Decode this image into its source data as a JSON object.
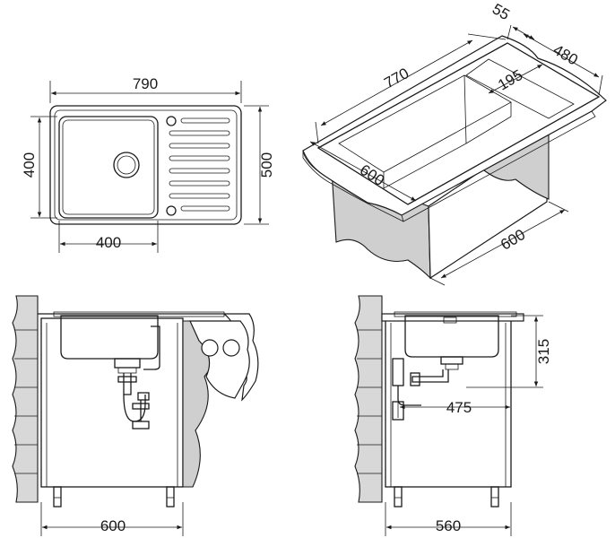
{
  "views": {
    "top_view": {
      "width": "790",
      "depth": "500",
      "bowl_depth": "400",
      "bowl_width": "400"
    },
    "iso_view": {
      "overall": "770",
      "flange": "55",
      "depth": "480",
      "drainer": "195",
      "cabinet_left": "600",
      "cabinet_right": "600"
    },
    "front_view": {
      "cabinet_width": "600"
    },
    "side_view": {
      "height": "315",
      "drain_offset": "475",
      "cabinet_depth": "560"
    }
  }
}
